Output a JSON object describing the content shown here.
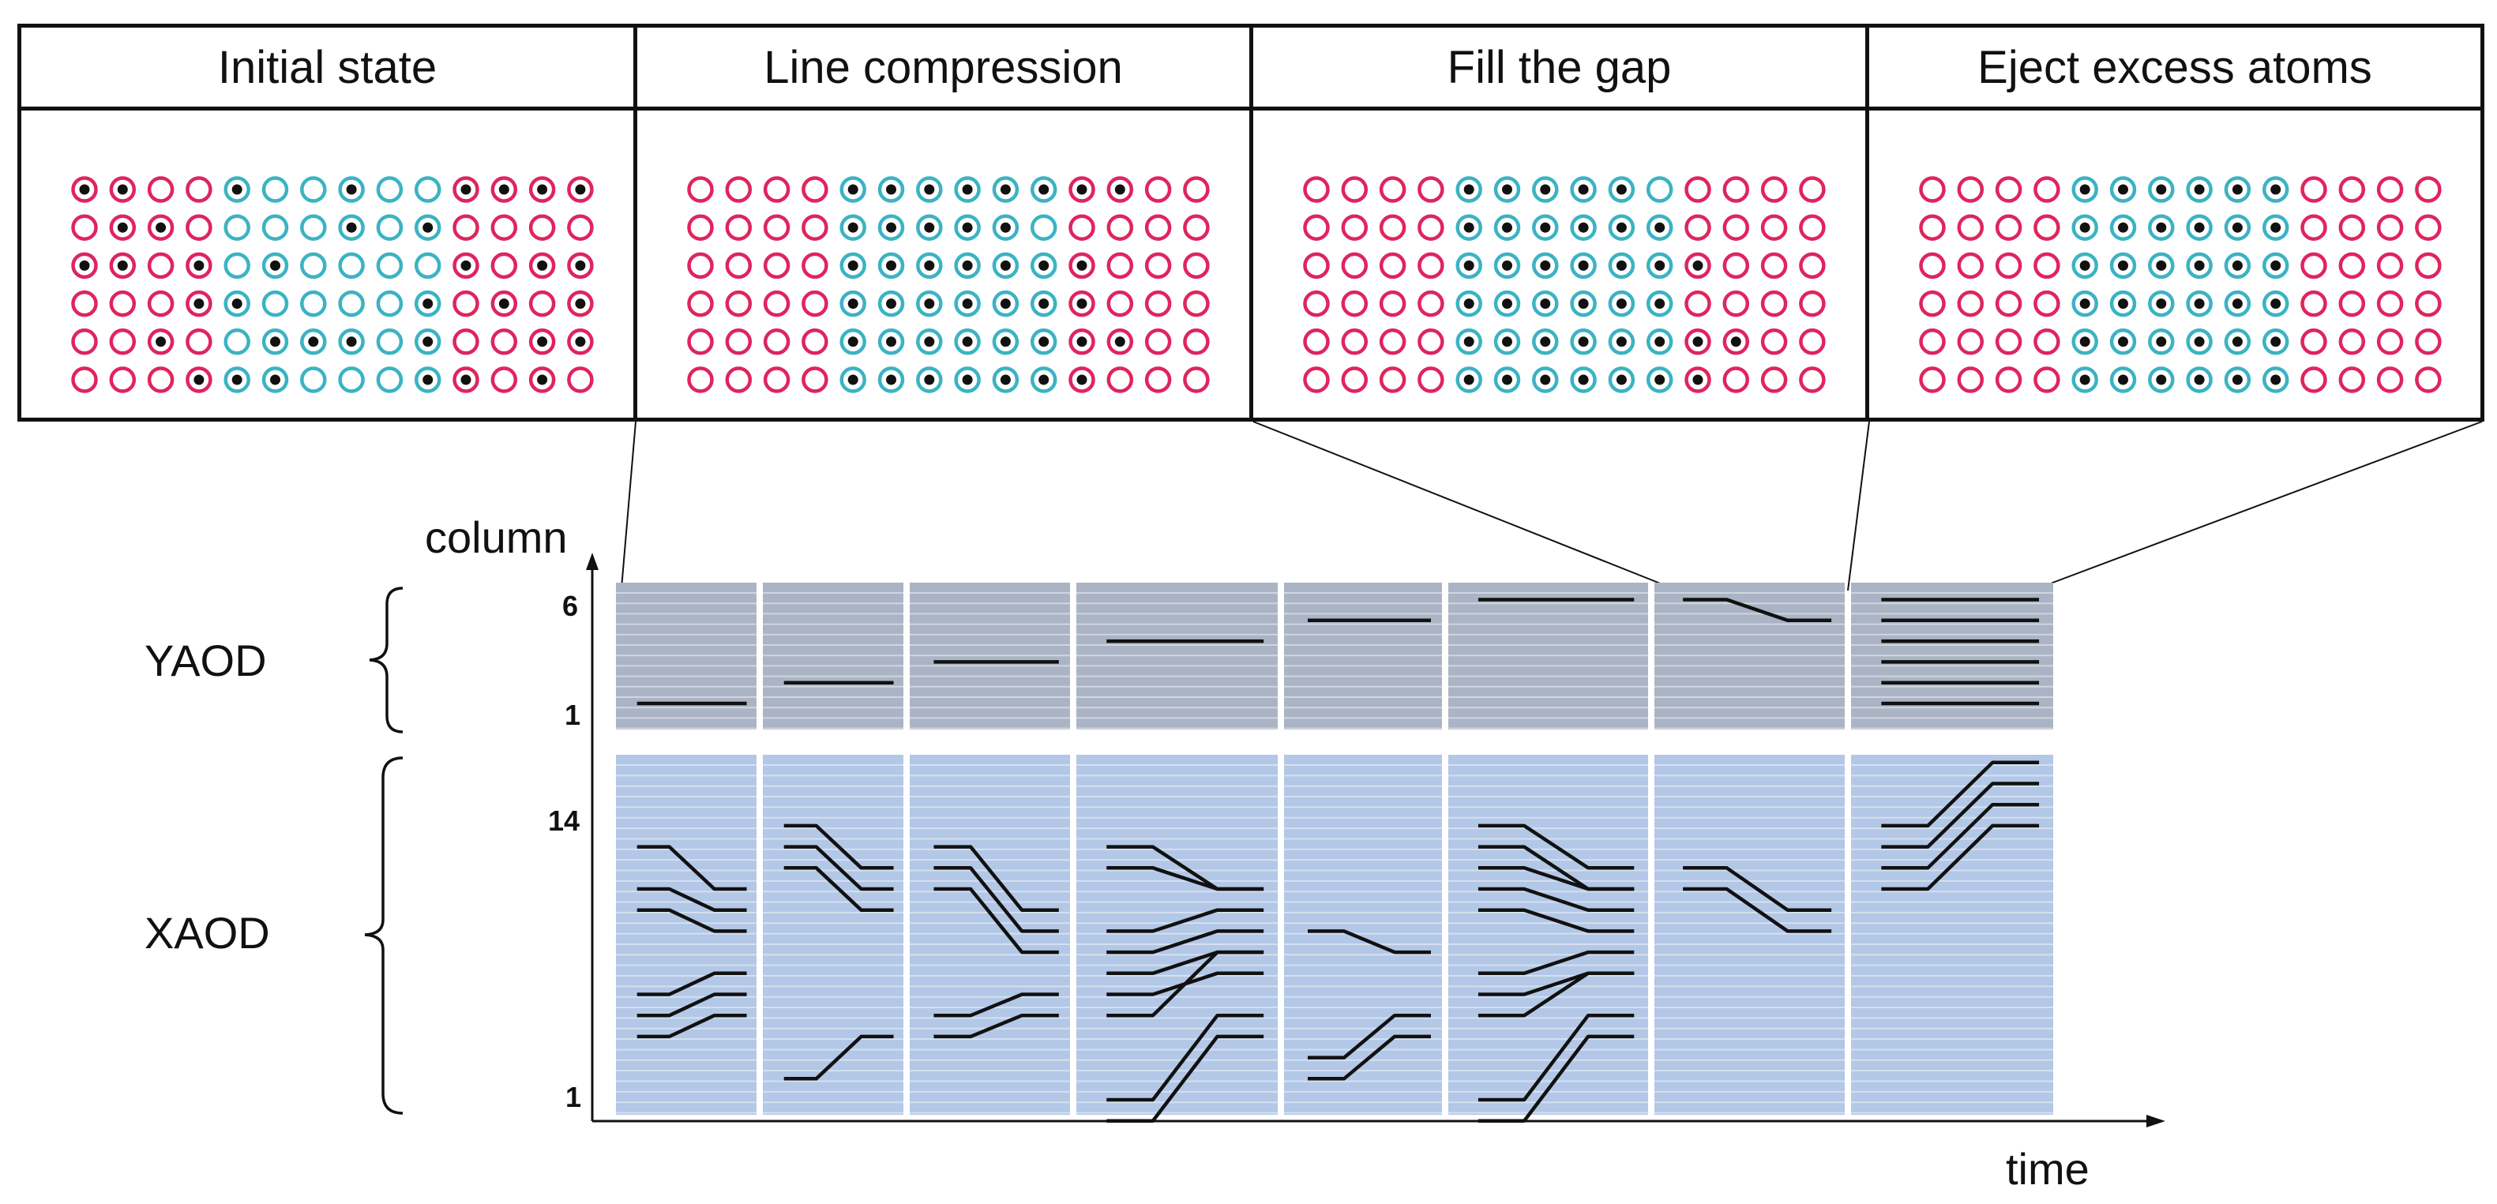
{
  "colors": {
    "reservoir": "#e0245e",
    "target": "#3bb3c3",
    "atom": "#111111",
    "yaod_bg": "#aab4c4",
    "xaod_bg": "#b3c7e6"
  },
  "panels": [
    {
      "title": "Initial state",
      "occupancy": [
        "11001001001111",
        "01100001010000",
        "11010100001011",
        "00011000010101",
        "00100111010011",
        "00011100011010"
      ]
    },
    {
      "title": "Line compression",
      "occupancy": [
        "00001111111100",
        "00001111100000",
        "00001111111000",
        "00001111111000",
        "00001111111100",
        "00001111111000"
      ]
    },
    {
      "title": "Fill the gap",
      "occupancy": [
        "00001111100000",
        "00001111110000",
        "00001111111000",
        "00001111110000",
        "00001111111100",
        "00001111111000"
      ]
    },
    {
      "title": "Eject excess atoms",
      "occupancy": [
        "00001111110000",
        "00001111110000",
        "00001111110000",
        "00001111110000",
        "00001111110000",
        "00001111110000"
      ]
    }
  ],
  "axis": {
    "y_label": "column",
    "x_label": "time",
    "yaod_label": "YAOD",
    "xaod_label": "XAOD",
    "yaod_ticks": [
      "6",
      "1"
    ],
    "xaod_ticks": [
      "14",
      "1"
    ]
  },
  "steps": [
    {
      "yaod": [
        [
          1,
          1
        ]
      ],
      "xaod": [
        [
          13,
          11
        ],
        [
          11,
          10
        ],
        [
          10,
          9
        ],
        [
          6,
          7
        ],
        [
          5,
          6
        ],
        [
          4,
          5
        ]
      ]
    },
    {
      "yaod": [
        [
          2,
          2
        ]
      ],
      "xaod": [
        [
          14,
          12
        ],
        [
          13,
          11
        ],
        [
          12,
          10
        ],
        [
          2,
          4
        ]
      ]
    },
    {
      "yaod": [
        [
          3,
          3
        ]
      ],
      "xaod": [
        [
          13,
          10
        ],
        [
          12,
          9
        ],
        [
          11,
          8
        ],
        [
          5,
          6
        ],
        [
          4,
          5
        ]
      ]
    },
    {
      "yaod": [
        [
          4,
          4
        ]
      ],
      "xaod": [
        [
          13,
          11
        ],
        [
          12,
          11
        ],
        [
          9,
          10
        ],
        [
          8,
          9
        ],
        [
          7,
          8
        ],
        [
          6,
          7
        ],
        [
          5,
          8
        ],
        [
          1,
          5
        ],
        [
          0,
          4
        ]
      ]
    },
    {
      "yaod": [
        [
          5,
          5
        ]
      ],
      "xaod": [
        [
          9,
          8
        ],
        [
          3,
          5
        ],
        [
          2,
          4
        ]
      ]
    },
    {
      "yaod": [
        [
          6,
          6
        ]
      ],
      "xaod": [
        [
          14,
          12
        ],
        [
          13,
          11
        ],
        [
          12,
          11
        ],
        [
          11,
          10
        ],
        [
          10,
          9
        ],
        [
          7,
          8
        ],
        [
          6,
          7
        ],
        [
          5,
          7
        ],
        [
          1,
          5
        ],
        [
          0,
          4
        ]
      ]
    },
    {
      "yaod": [
        [
          6,
          5
        ]
      ],
      "xaod": [
        [
          12,
          10
        ],
        [
          11,
          9
        ]
      ]
    },
    {
      "yaod": [
        [
          1,
          1
        ],
        [
          2,
          2
        ],
        [
          3,
          3
        ],
        [
          4,
          4
        ],
        [
          5,
          5
        ],
        [
          6,
          6
        ]
      ],
      "xaod": [
        [
          14,
          17
        ],
        [
          13,
          16
        ],
        [
          12,
          15
        ],
        [
          11,
          14
        ]
      ]
    }
  ]
}
